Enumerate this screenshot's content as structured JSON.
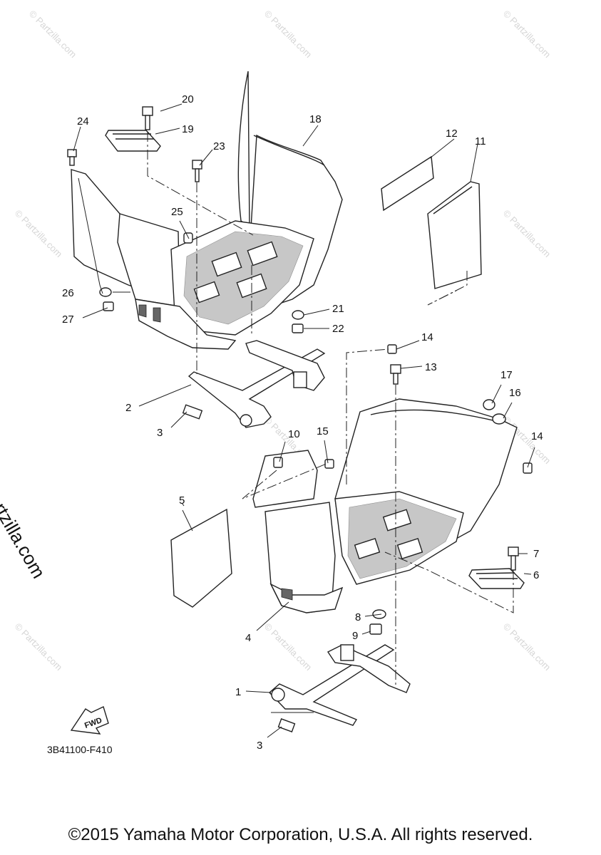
{
  "diagram": {
    "code": "3B41100-F410",
    "copyright": "©2015 Yamaha Motor Corporation, U.S.A. All rights reserved.",
    "side_watermark": "© Partzilla.com",
    "faint_watermark": "© Partzilla.com",
    "fwd_label": "FWD",
    "callouts": [
      "1",
      "2",
      "3",
      "3",
      "4",
      "5",
      "6",
      "7",
      "8",
      "9",
      "10",
      "11",
      "12",
      "13",
      "14",
      "14",
      "15",
      "16",
      "17",
      "18",
      "19",
      "20",
      "21",
      "22",
      "23",
      "24",
      "25",
      "26",
      "27"
    ]
  }
}
